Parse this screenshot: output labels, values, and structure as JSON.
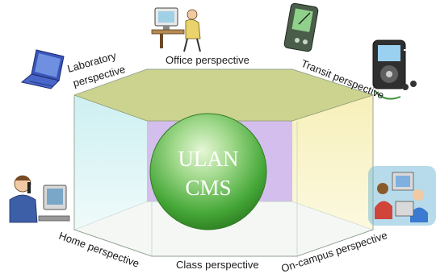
{
  "center": {
    "line1": "ULAN",
    "line2": "CMS"
  },
  "perspectives": {
    "laboratory_line1": "Laboratory",
    "laboratory_line2": "perspective",
    "office": "Office perspective",
    "transit": "Transit perspective",
    "home": "Home perspective",
    "class": "Class perspective",
    "on_campus": "On-campus perspective"
  },
  "icons": {
    "laptop": "laptop-icon",
    "office_worker": "office-worker-at-computer-icon",
    "pda": "pda-stylus-icon",
    "media_player": "media-player-headphones-icon",
    "phone_user": "person-on-phone-at-computer-icon",
    "students": "students-at-computers-icon"
  },
  "colors": {
    "top_face": "#c8cf86",
    "back_face": "#cbb3ea",
    "left_face": "#d6f2f2",
    "right_face": "#f8f3c4",
    "sphere_light": "#d9f2c2",
    "sphere_dark": "#2f8c24"
  }
}
